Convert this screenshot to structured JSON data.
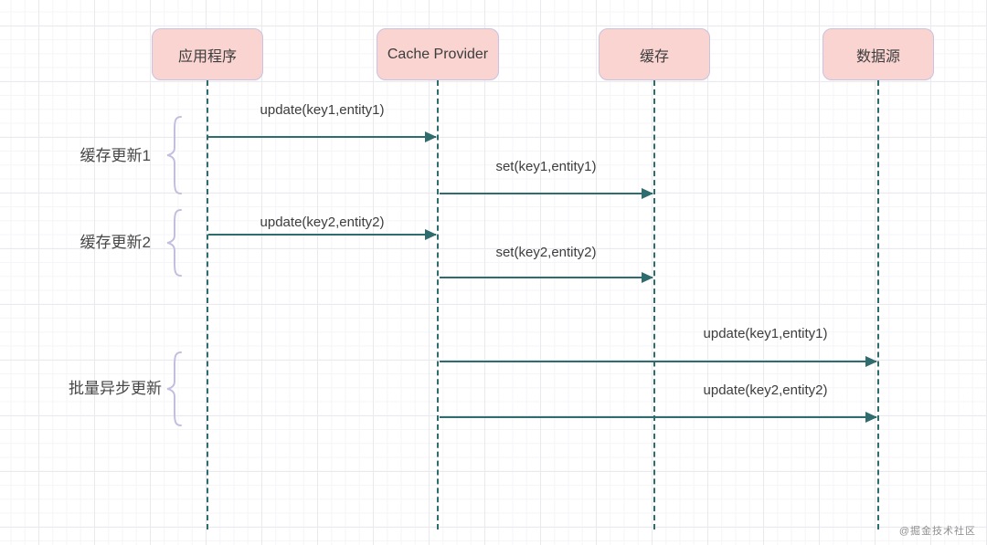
{
  "diagram": {
    "type": "sequence-diagram",
    "topic": "cache batch async update",
    "actors": [
      {
        "id": "application",
        "label": "应用程序"
      },
      {
        "id": "cache-provider",
        "label": "Cache Provider"
      },
      {
        "id": "cache",
        "label": "缓存"
      },
      {
        "id": "datasource",
        "label": "数据源"
      }
    ],
    "groups": [
      {
        "label": "缓存更新1"
      },
      {
        "label": "缓存更新2"
      },
      {
        "label": "批量异步更新"
      }
    ],
    "messages": [
      {
        "label": "update(key1,entity1)",
        "from": "应用程序",
        "to": "Cache Provider",
        "group": "缓存更新1"
      },
      {
        "label": "set(key1,entity1)",
        "from": "Cache Provider",
        "to": "缓存",
        "group": "缓存更新1"
      },
      {
        "label": "update(key2,entity2)",
        "from": "应用程序",
        "to": "Cache Provider",
        "group": "缓存更新2"
      },
      {
        "label": "set(key2,entity2)",
        "from": "Cache Provider",
        "to": "缓存",
        "group": "缓存更新2"
      },
      {
        "label": "update(key1,entity1)",
        "from": "Cache Provider",
        "to": "数据源",
        "group": "批量异步更新"
      },
      {
        "label": "update(key2,entity2)",
        "from": "Cache Provider",
        "to": "数据源",
        "group": "批量异步更新"
      }
    ],
    "watermark": "@掘金技术社区",
    "colors": {
      "actor_fill": "#f9d4d1",
      "actor_border": "#c9c2e0",
      "line": "#2e6c6e",
      "brace": "#c4bede",
      "text": "#3d3d3d"
    }
  }
}
